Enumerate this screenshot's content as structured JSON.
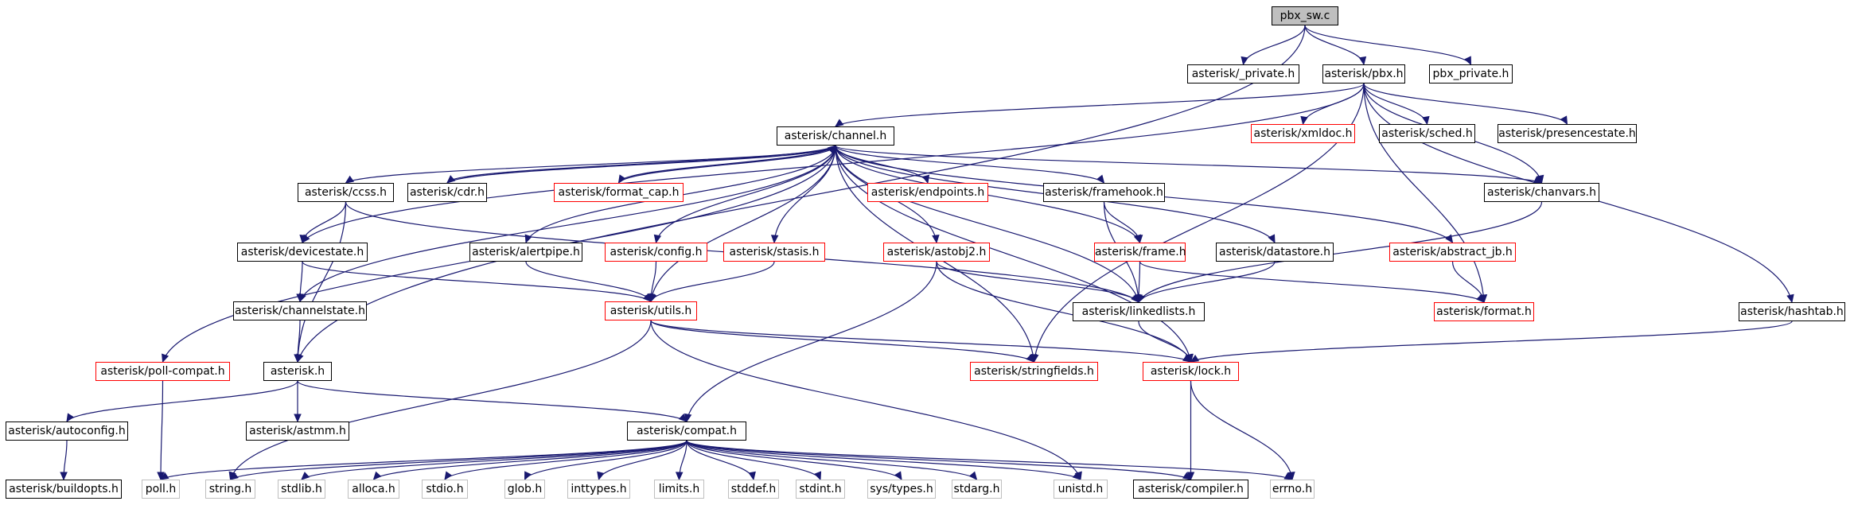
{
  "colors": {
    "edge": "#191970",
    "border_normal": "#000000",
    "border_missing_doc": "#ff0000",
    "border_system": "#bfbfbf",
    "root_fill": "#bfbfbf"
  },
  "nodes": [
    {
      "id": "root",
      "label": "pbx_sw.c",
      "kind": "root"
    },
    {
      "id": "private",
      "label": "asterisk/_private.h",
      "kind": "normal"
    },
    {
      "id": "pbx",
      "label": "asterisk/pbx.h",
      "kind": "normal"
    },
    {
      "id": "pbxprivate",
      "label": "pbx_private.h",
      "kind": "normal"
    },
    {
      "id": "channel",
      "label": "asterisk/channel.h",
      "kind": "normal"
    },
    {
      "id": "xmldoc",
      "label": "asterisk/xmldoc.h",
      "kind": "red"
    },
    {
      "id": "sched",
      "label": "asterisk/sched.h",
      "kind": "normal"
    },
    {
      "id": "presence",
      "label": "asterisk/presencestate.h",
      "kind": "normal"
    },
    {
      "id": "ccss",
      "label": "asterisk/ccss.h",
      "kind": "normal"
    },
    {
      "id": "cdr",
      "label": "asterisk/cdr.h",
      "kind": "normal"
    },
    {
      "id": "formatcap",
      "label": "asterisk/format_cap.h",
      "kind": "red"
    },
    {
      "id": "endpoints",
      "label": "asterisk/endpoints.h",
      "kind": "red"
    },
    {
      "id": "framehook",
      "label": "asterisk/framehook.h",
      "kind": "normal"
    },
    {
      "id": "chanvars",
      "label": "asterisk/chanvars.h",
      "kind": "normal"
    },
    {
      "id": "devicestate",
      "label": "asterisk/devicestate.h",
      "kind": "normal"
    },
    {
      "id": "alertpipe",
      "label": "asterisk/alertpipe.h",
      "kind": "normal"
    },
    {
      "id": "config",
      "label": "asterisk/config.h",
      "kind": "red"
    },
    {
      "id": "stasis",
      "label": "asterisk/stasis.h",
      "kind": "red"
    },
    {
      "id": "astobj2",
      "label": "asterisk/astobj2.h",
      "kind": "red"
    },
    {
      "id": "frame",
      "label": "asterisk/frame.h",
      "kind": "red"
    },
    {
      "id": "datastore",
      "label": "asterisk/datastore.h",
      "kind": "normal"
    },
    {
      "id": "abstractjb",
      "label": "asterisk/abstract_jb.h",
      "kind": "red"
    },
    {
      "id": "channelstate",
      "label": "asterisk/channelstate.h",
      "kind": "normal"
    },
    {
      "id": "utils",
      "label": "asterisk/utils.h",
      "kind": "red"
    },
    {
      "id": "linkedlists",
      "label": "asterisk/linkedlists.h",
      "kind": "normal"
    },
    {
      "id": "format",
      "label": "asterisk/format.h",
      "kind": "red"
    },
    {
      "id": "hashtab",
      "label": "asterisk/hashtab.h",
      "kind": "normal"
    },
    {
      "id": "pollcompat",
      "label": "asterisk/poll-compat.h",
      "kind": "red"
    },
    {
      "id": "asterisk",
      "label": "asterisk.h",
      "kind": "normal"
    },
    {
      "id": "stringfields",
      "label": "asterisk/stringfields.h",
      "kind": "red"
    },
    {
      "id": "lock",
      "label": "asterisk/lock.h",
      "kind": "red"
    },
    {
      "id": "autoconfig",
      "label": "asterisk/autoconfig.h",
      "kind": "normal"
    },
    {
      "id": "astmm",
      "label": "asterisk/astmm.h",
      "kind": "normal"
    },
    {
      "id": "compat",
      "label": "asterisk/compat.h",
      "kind": "normal"
    },
    {
      "id": "buildopts",
      "label": "asterisk/buildopts.h",
      "kind": "normal"
    },
    {
      "id": "poll",
      "label": "poll.h",
      "kind": "system"
    },
    {
      "id": "string",
      "label": "string.h",
      "kind": "system"
    },
    {
      "id": "stdlib",
      "label": "stdlib.h",
      "kind": "system"
    },
    {
      "id": "alloca",
      "label": "alloca.h",
      "kind": "system"
    },
    {
      "id": "stdio",
      "label": "stdio.h",
      "kind": "system"
    },
    {
      "id": "glob",
      "label": "glob.h",
      "kind": "system"
    },
    {
      "id": "inttypes",
      "label": "inttypes.h",
      "kind": "system"
    },
    {
      "id": "limits",
      "label": "limits.h",
      "kind": "system"
    },
    {
      "id": "stddef",
      "label": "stddef.h",
      "kind": "system"
    },
    {
      "id": "stdint",
      "label": "stdint.h",
      "kind": "system"
    },
    {
      "id": "systypes",
      "label": "sys/types.h",
      "kind": "system"
    },
    {
      "id": "stdarg",
      "label": "stdarg.h",
      "kind": "system"
    },
    {
      "id": "unistd",
      "label": "unistd.h",
      "kind": "system"
    },
    {
      "id": "compiler",
      "label": "asterisk/compiler.h",
      "kind": "normal"
    },
    {
      "id": "errno",
      "label": "errno.h",
      "kind": "system"
    }
  ],
  "edges": [
    [
      "root",
      "private"
    ],
    [
      "root",
      "pbx"
    ],
    [
      "root",
      "pbxprivate"
    ],
    [
      "root",
      "asterisk"
    ],
    [
      "pbx",
      "channel"
    ],
    [
      "pbx",
      "xmldoc"
    ],
    [
      "pbx",
      "sched"
    ],
    [
      "pbx",
      "presence"
    ],
    [
      "pbx",
      "chanvars"
    ],
    [
      "pbx",
      "hashtab"
    ],
    [
      "pbx",
      "devicestate"
    ],
    [
      "pbx",
      "stringfields"
    ],
    [
      "pbx",
      "format"
    ],
    [
      "channel",
      "ccss"
    ],
    [
      "channel",
      "cdr"
    ],
    [
      "channel",
      "formatcap"
    ],
    [
      "channel",
      "endpoints"
    ],
    [
      "channel",
      "framehook"
    ],
    [
      "channel",
      "chanvars"
    ],
    [
      "channel",
      "alertpipe"
    ],
    [
      "channel",
      "config"
    ],
    [
      "channel",
      "stasis"
    ],
    [
      "channel",
      "astobj2"
    ],
    [
      "channel",
      "frame"
    ],
    [
      "channel",
      "datastore"
    ],
    [
      "channel",
      "abstractjb"
    ],
    [
      "channel",
      "pollcompat"
    ],
    [
      "channel",
      "channelstate"
    ],
    [
      "channel",
      "utils"
    ],
    [
      "channel",
      "linkedlists"
    ],
    [
      "channel",
      "stringfields"
    ],
    [
      "channel",
      "lock"
    ],
    [
      "cdr",
      "channel"
    ],
    [
      "formatcap",
      "channel"
    ],
    [
      "ccss",
      "devicestate"
    ],
    [
      "ccss",
      "asterisk"
    ],
    [
      "ccss",
      "linkedlists"
    ],
    [
      "devicestate",
      "channelstate"
    ],
    [
      "devicestate",
      "utils"
    ],
    [
      "channelstate",
      "asterisk"
    ],
    [
      "alertpipe",
      "utils"
    ],
    [
      "config",
      "utils"
    ],
    [
      "stasis",
      "utils"
    ],
    [
      "astobj2",
      "linkedlists"
    ],
    [
      "astobj2",
      "lock"
    ],
    [
      "astobj2",
      "compat"
    ],
    [
      "framehook",
      "frame"
    ],
    [
      "framehook",
      "linkedlists"
    ],
    [
      "frame",
      "linkedlists"
    ],
    [
      "frame",
      "format"
    ],
    [
      "datastore",
      "linkedlists"
    ],
    [
      "abstractjb",
      "format"
    ],
    [
      "chanvars",
      "linkedlists"
    ],
    [
      "linkedlists",
      "lock"
    ],
    [
      "hashtab",
      "lock"
    ],
    [
      "utils",
      "stringfields"
    ],
    [
      "utils",
      "lock"
    ],
    [
      "utils",
      "string"
    ],
    [
      "utils",
      "unistd"
    ],
    [
      "pollcompat",
      "poll"
    ],
    [
      "asterisk",
      "autoconfig"
    ],
    [
      "asterisk",
      "astmm"
    ],
    [
      "asterisk",
      "compat"
    ],
    [
      "autoconfig",
      "buildopts"
    ],
    [
      "lock",
      "compiler"
    ],
    [
      "lock",
      "errno"
    ],
    [
      "compat",
      "poll"
    ],
    [
      "compat",
      "string"
    ],
    [
      "compat",
      "stdlib"
    ],
    [
      "compat",
      "alloca"
    ],
    [
      "compat",
      "stdio"
    ],
    [
      "compat",
      "glob"
    ],
    [
      "compat",
      "inttypes"
    ],
    [
      "compat",
      "limits"
    ],
    [
      "compat",
      "stddef"
    ],
    [
      "compat",
      "stdint"
    ],
    [
      "compat",
      "systypes"
    ],
    [
      "compat",
      "stdarg"
    ],
    [
      "compat",
      "unistd"
    ],
    [
      "compat",
      "compiler"
    ],
    [
      "compat",
      "errno"
    ]
  ]
}
